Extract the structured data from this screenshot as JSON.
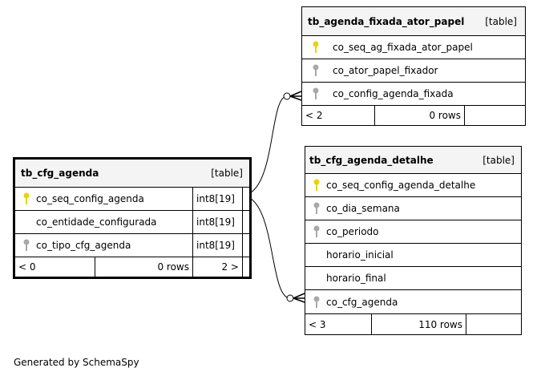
{
  "tables": {
    "ator_papel": {
      "name": "tb_agenda_fixada_ator_papel",
      "type_label": "[table]",
      "columns": [
        {
          "name": "co_seq_ag_fixada_ator_papel",
          "key": "primary"
        },
        {
          "name": "co_ator_papel_fixador",
          "key": "foreign"
        },
        {
          "name": "co_config_agenda_fixada",
          "key": "foreign"
        }
      ],
      "footer": {
        "parents": "< 2",
        "rows": "0 rows",
        "children": ""
      }
    },
    "cfg_agenda": {
      "name": "tb_cfg_agenda",
      "type_label": "[table]",
      "columns": [
        {
          "name": "co_seq_config_agenda",
          "type": "int8[19]",
          "key": "primary"
        },
        {
          "name": "co_entidade_configurada",
          "type": "int8[19]",
          "key": "none"
        },
        {
          "name": "co_tipo_cfg_agenda",
          "type": "int8[19]",
          "key": "foreign"
        }
      ],
      "footer": {
        "parents": "< 0",
        "rows": "0 rows",
        "children": "2 >"
      }
    },
    "detalhe": {
      "name": "tb_cfg_agenda_detalhe",
      "type_label": "[table]",
      "columns": [
        {
          "name": "co_seq_config_agenda_detalhe",
          "key": "primary"
        },
        {
          "name": "co_dia_semana",
          "key": "foreign"
        },
        {
          "name": "co_periodo",
          "key": "foreign"
        },
        {
          "name": "horario_inicial",
          "key": "none"
        },
        {
          "name": "horario_final",
          "key": "none"
        },
        {
          "name": "co_cfg_agenda",
          "key": "foreign"
        }
      ],
      "footer": {
        "parents": "< 3",
        "rows": "110 rows",
        "children": ""
      }
    }
  },
  "colors": {
    "primary_key": "#e8d400",
    "foreign_key": "#a8a8a8"
  },
  "footer_text": "Generated by SchemaSpy"
}
